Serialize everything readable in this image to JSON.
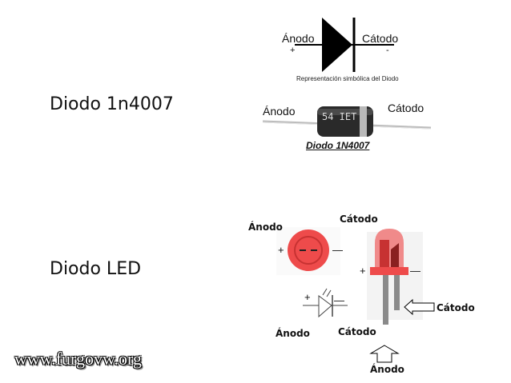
{
  "left": {
    "label_1n4007": "Diodo 1n4007",
    "label_led": "Diodo LED",
    "watermark": "www.furgovw.org"
  },
  "symbol": {
    "anode": "Ánodo",
    "cathode": "Cátodo",
    "plus": "+",
    "minus": "-",
    "caption": "Representación simbólica del Diodo"
  },
  "photo_1n4007": {
    "anode": "Ánodo",
    "cathode": "Cátodo",
    "body_text": "54 IET",
    "caption": "Diodo 1N4007"
  },
  "led": {
    "anode_top": "Ánodo",
    "cathode_top": "Cátodo",
    "anode_bottom": "Ánodo",
    "cathode_bottom": "Cátodo",
    "cathode_arrow": "Cátodo",
    "anode_arrow": "Ánodo",
    "plus": "+",
    "minus": "—",
    "colors": {
      "led_red": "#ee4b4b",
      "led_light": "#f7a7a7",
      "lead_gray": "#8a8a8a"
    }
  }
}
